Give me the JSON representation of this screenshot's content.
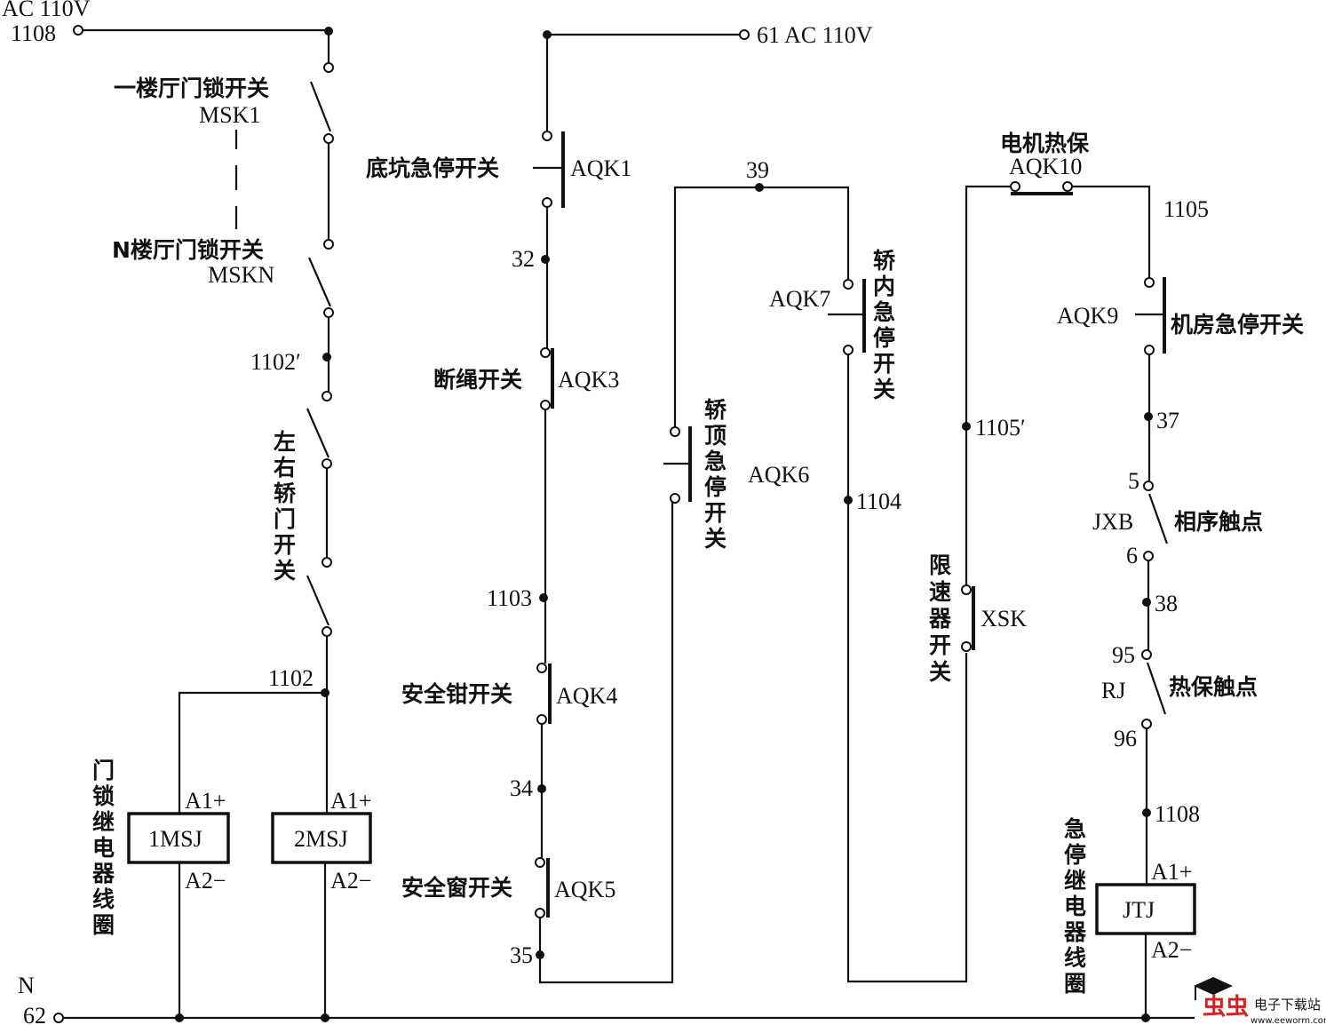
{
  "supply": {
    "left_top": "AC 110V",
    "left_wire": "1108",
    "right_top": "61  AC 110V",
    "neutral": "N",
    "neutral_wire": "62"
  },
  "door_chain": {
    "msk1_name": "一楼厅门锁开关",
    "msk1_code": "MSK1",
    "mskn_name": "N楼厅门锁开关",
    "mskn_code": "MSKN",
    "node_1102p": "1102′",
    "car_door_label": [
      "左",
      "右",
      "轿",
      "门",
      "开",
      "关"
    ],
    "node_1102": "1102"
  },
  "door_relays": {
    "group_label": [
      "门",
      "锁",
      "继",
      "电",
      "器",
      "线",
      "圈"
    ],
    "relays": [
      {
        "name": "1MSJ",
        "a1": "A1+",
        "a2": "A2−"
      },
      {
        "name": "2MSJ",
        "a1": "A1+",
        "a2": "A2−"
      }
    ]
  },
  "safety_chain_1": {
    "aqk1_name": "底坑急停开关",
    "aqk1_code": "AQK1",
    "node_32": "32",
    "aqk3_name": "断绳开关",
    "aqk3_code": "AQK3",
    "node_1103": "1103",
    "aqk4_name": "安全钳开关",
    "aqk4_code": "AQK4",
    "node_34": "34",
    "aqk5_name": "安全窗开关",
    "aqk5_code": "AQK5",
    "node_35": "35"
  },
  "safety_chain_2": {
    "node_39": "39",
    "aqk6_label": [
      "轿",
      "顶",
      "急",
      "停",
      "开",
      "关"
    ],
    "aqk6_code": "AQK6",
    "aqk7_code": "AQK7",
    "aqk7_label": [
      "轿",
      "内",
      "急",
      "停",
      "开",
      "关"
    ],
    "node_1104": "1104"
  },
  "safety_chain_3": {
    "aqk10_name": "电机热保",
    "aqk10_code": "AQK10",
    "node_1105": "1105",
    "node_1105p": "1105′",
    "xsk_label": [
      "限",
      "速",
      "器",
      "开",
      "关"
    ],
    "xsk_code": "XSK",
    "aqk9_code": "AQK9",
    "aqk9_name": "机房急停开关",
    "node_37": "37",
    "node_5": "5",
    "jxb_code": "JXB",
    "jxb_name": "相序触点",
    "node_6": "6",
    "node_38": "38",
    "node_95": "95",
    "rj_code": "RJ",
    "rj_name": "热保触点",
    "node_96": "96",
    "node_1108": "1108"
  },
  "estop_relay": {
    "label": [
      "急",
      "停",
      "继",
      "电",
      "器",
      "线",
      "圈"
    ],
    "name": "JTJ",
    "a1": "A1+",
    "a2": "A2−"
  },
  "watermark": {
    "logo": "虫虫",
    "site_name": "电子下载站",
    "url": "www.eeworm.com"
  }
}
